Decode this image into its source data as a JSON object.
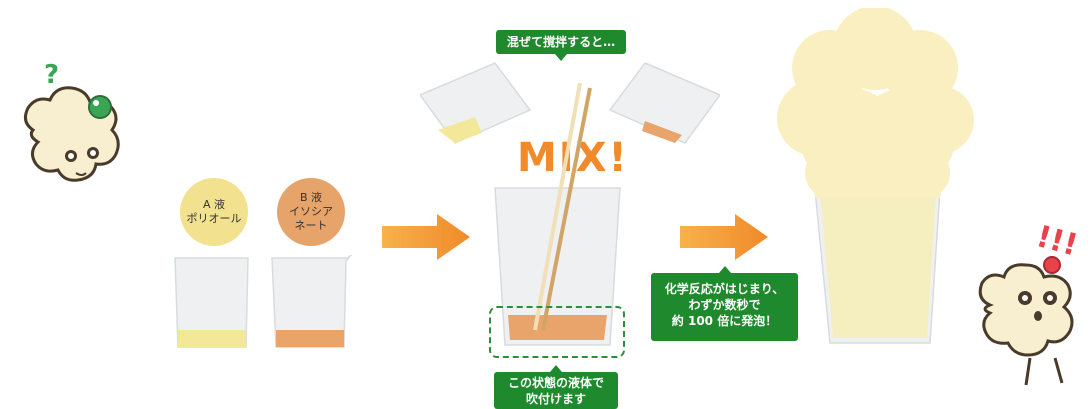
{
  "labels": {
    "liquid_a_line1": "A 液",
    "liquid_a_line2": "ポリオール",
    "liquid_b_line1": "B 液",
    "liquid_b_line2": "イソシア",
    "liquid_b_line3": "ネート",
    "mix_stir": "混ぜて撹拌すると…",
    "mix_text": "MIX!",
    "reaction_line1": "化学反応がはじまり、",
    "reaction_line2": "わずか数秒で",
    "reaction_line3": "約 100 倍に発泡！",
    "spray_line1": "この状態の液体で",
    "spray_line2": "吹付けます",
    "question_mark": "?",
    "exclaim_mark": "!!!"
  },
  "colors": {
    "liquid_a": "#f3e89a",
    "liquid_b": "#e9a46c",
    "arrow": "#f29a32",
    "bubble_green": "#1f8a2d",
    "foam": "#f9efc1"
  },
  "icons": [
    "question-mark-icon",
    "exclamation-icon",
    "arrow-right-icon",
    "stir-stick-icon"
  ]
}
